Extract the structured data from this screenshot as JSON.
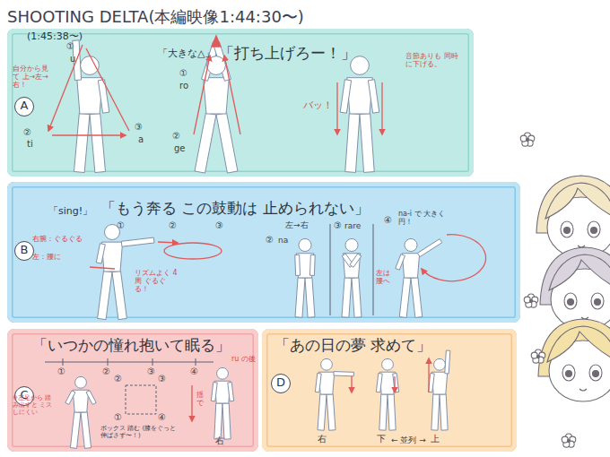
{
  "diagram": {
    "title": "SHOOTING DELTA(本編映像1:44:30〜)",
    "nodes": [
      {
        "text": [
          "(1:45:38〜)",
          "「大きな△」",
          "「打ち上げろー！」"
        ]
      },
      {
        "text": [
          "A"
        ],
        "in": 0
      },
      {
        "text": [
          "「sing!」",
          "「もう奔る この鼓動は 止められない」"
        ]
      },
      {
        "text": [
          "B"
        ],
        "in": 2
      },
      {
        "text": [
          "「いつかの憧れ抱いて眠る」"
        ]
      },
      {
        "text": [
          "C"
        ],
        "in": 4
      },
      {
        "text": [
          "「あの日の夢 求めて」"
        ]
      },
      {
        "text": [
          "D"
        ],
        "in": 6
      }
    ],
    "labels": [
      "自分から見て 上→左→右！",
      "①",
      "u",
      "②",
      "ti",
      "③",
      "a",
      "①",
      "ro",
      "②",
      "ge",
      "バッ！",
      "音節ありも 同時に下げる。",
      "右腕：ぐるぐる",
      "左：腰に",
      "リズムよく 4周 ぐるぐる！",
      "①",
      "②",
      "③",
      "左→右",
      "②",
      "na",
      "③",
      "rare",
      "④",
      "na-i で 大きく円！",
      "左は腰へ",
      "①",
      "②",
      "③",
      "④",
      "※左足から 踏み出すと ミスしにくい",
      "①",
      "②",
      "③",
      "④",
      "ボックス 踏む (膝をぐっと 伸ばさず〜！)",
      "ru の後",
      "揺で",
      "右",
      "右",
      "下",
      "← 並列 →",
      "上"
    ]
  }
}
